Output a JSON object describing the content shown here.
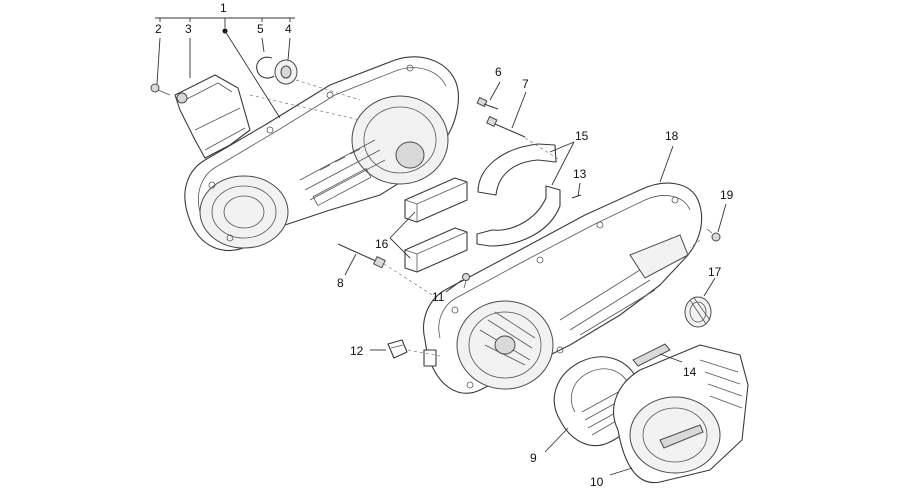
{
  "callouts": {
    "c1": "1",
    "c2": "2",
    "c3": "3",
    "c4": "4",
    "c5": "5",
    "c6": "6",
    "c7": "7",
    "c8": "8",
    "c9": "9",
    "c10": "10",
    "c11": "11",
    "c12": "12",
    "c13": "13",
    "c14": "14",
    "c15": "15",
    "c16": "16",
    "c17": "17",
    "c18": "18",
    "c19": "19"
  },
  "colors": {
    "line": "#3a3a3a",
    "fill": "#ffffff",
    "shade": "#d9d9d9",
    "text": "#111111"
  }
}
